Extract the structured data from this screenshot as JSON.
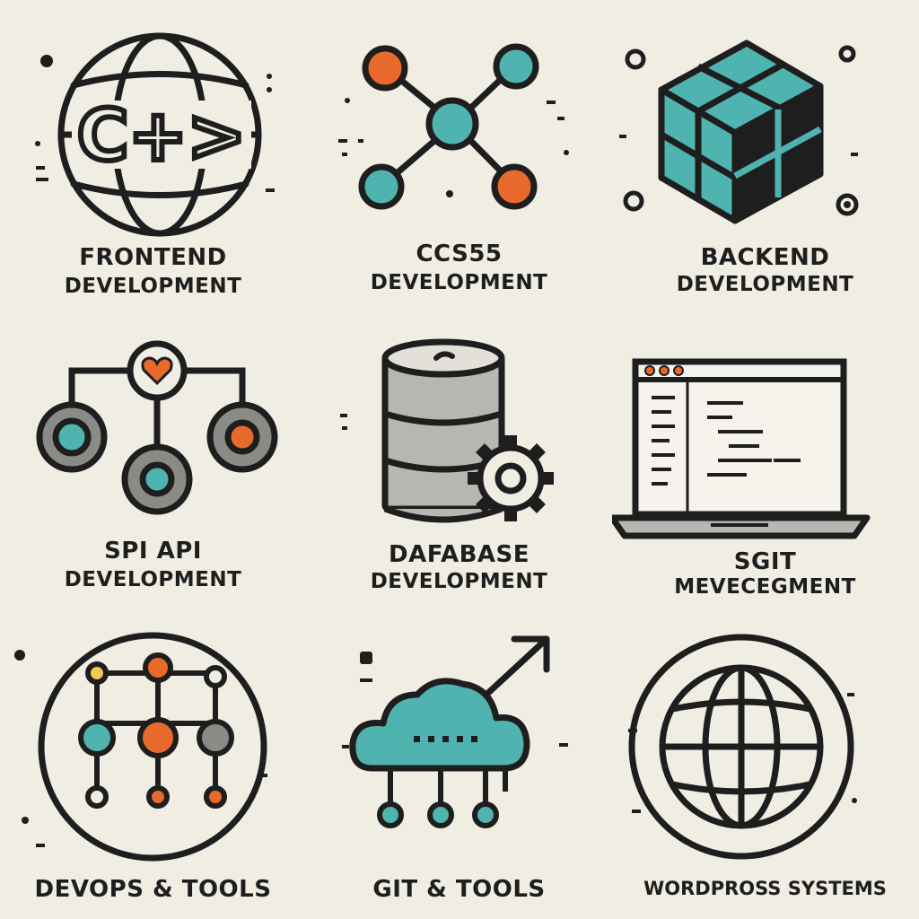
{
  "colors": {
    "background": "#f0ede2",
    "ink": "#1e1e1e",
    "teal": "#4fb3b0",
    "orange": "#e8692c",
    "grey": "#8a8a86"
  },
  "tiles": [
    {
      "icon": "globe-code-icon",
      "line1": "FRONTEND",
      "line2": "DEVELOPMENT",
      "code_glyph": "C+>"
    },
    {
      "icon": "network-nodes-icon",
      "line1": "CCS55",
      "line2": "DEVELOPMENT"
    },
    {
      "icon": "cube-blocks-icon",
      "line1": "BACKEND",
      "line2": "DEVELOPMENT"
    },
    {
      "icon": "api-flow-icon",
      "line1": "SPI API",
      "line2": "DEVELOPMENT"
    },
    {
      "icon": "database-gear-icon",
      "line1": "DAFABASE",
      "line2": "DEVELOPMENT"
    },
    {
      "icon": "laptop-code-icon",
      "line1": "SGIT",
      "line2": "MEVECEGMENT"
    },
    {
      "icon": "pipeline-nodes-icon",
      "line1": "DEVOPS & TOOLS"
    },
    {
      "icon": "cloud-upload-icon",
      "line1": "GIT & TOOLS"
    },
    {
      "icon": "globe-icon",
      "line1": "WORDPROSS SYSTEMS"
    }
  ]
}
